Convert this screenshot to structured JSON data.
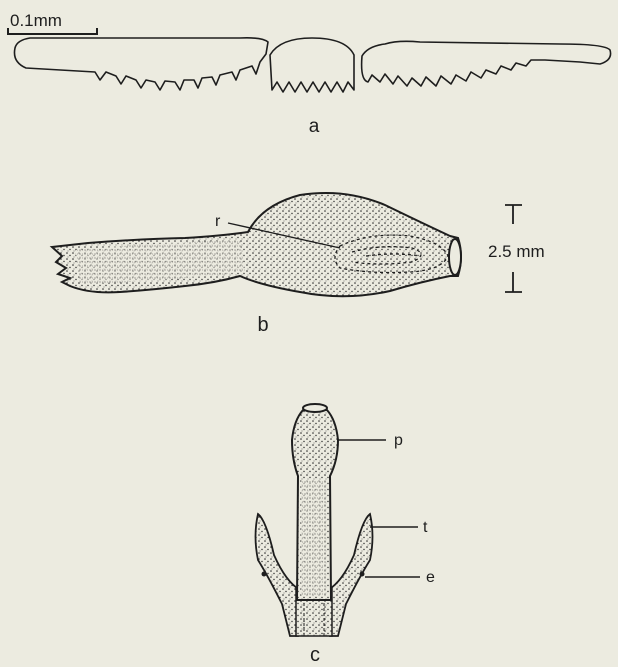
{
  "scale_bar": {
    "label": "0.1mm"
  },
  "panels": {
    "a": {
      "label": "a"
    },
    "b": {
      "label": "b",
      "callout_r": "r",
      "scale_label": "2.5 mm"
    },
    "c": {
      "label": "c",
      "callout_p": "p",
      "callout_t": "t",
      "callout_e": "e"
    }
  },
  "colors": {
    "background": "#ecebe0",
    "ink": "#1e1e1e"
  }
}
